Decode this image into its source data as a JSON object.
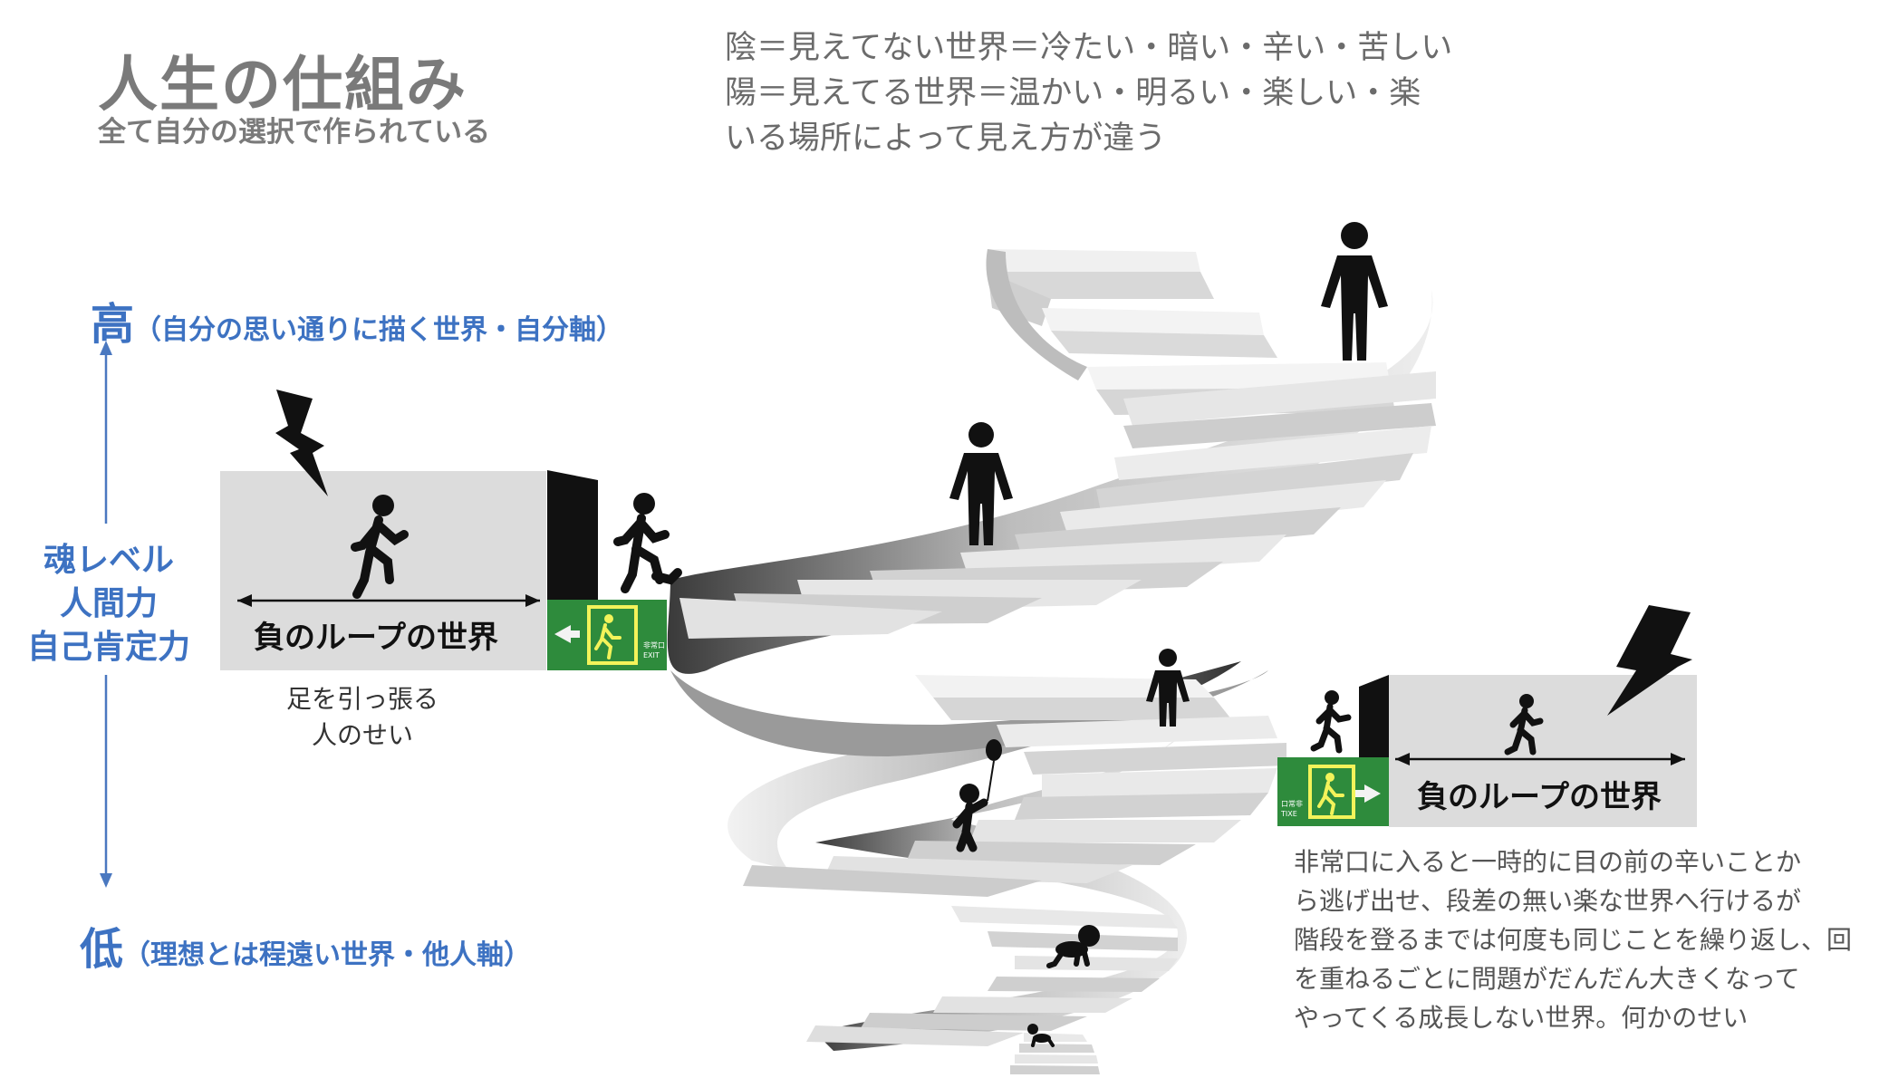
{
  "title": "人生の仕組み",
  "subtitle": "全て自分の選択で作られている",
  "intro_lines": [
    "陰＝見えてない世界＝冷たい・暗い・辛い・苦しい",
    "陽＝見えてる世界＝温かい・明るい・楽しい・楽",
    "いる場所によって見え方が違う"
  ],
  "axis": {
    "high_char": "高",
    "high_desc": "（自分の思い通りに描く世界・自分軸）",
    "low_char": "低",
    "low_desc": "（理想とは程遠い世界・他人軸）",
    "label_lines": [
      "魂レベル",
      "人間力",
      "自己肯定力"
    ]
  },
  "left_loop": {
    "label": "負のループの世界",
    "note_lines": [
      "足を引っ張る",
      "人のせい"
    ]
  },
  "right_loop": {
    "label": "負のループの世界",
    "note_lines": [
      "非常口に入ると一時的に目の前の辛いことか",
      "ら逃げ出せ、段差の無い楽な世界へ行けるが",
      "階段を登るまでは何度も同じことを繰り返し、回",
      "を重ねるごとに問題がだんだん大きくなって",
      "やってくる成長しない世界。何かのせい"
    ]
  },
  "exit_sign": {
    "left_small_lines": [
      "非常口",
      "EXIT"
    ],
    "right_small_lines": [
      "口常非",
      "TIXE"
    ]
  },
  "colors": {
    "accent_blue": "#3d72c2",
    "title_gray": "#7a7a7a",
    "exit_green": "#2e8b3c",
    "exit_yellow": "#f3f35a"
  },
  "icons": {
    "lightning": "lightning-bolt-icon",
    "person": "person-icon",
    "running_person": "running-person-icon",
    "baby": "crawling-baby-icon",
    "balloon": "balloon-child-icon",
    "door": "door-icon"
  }
}
